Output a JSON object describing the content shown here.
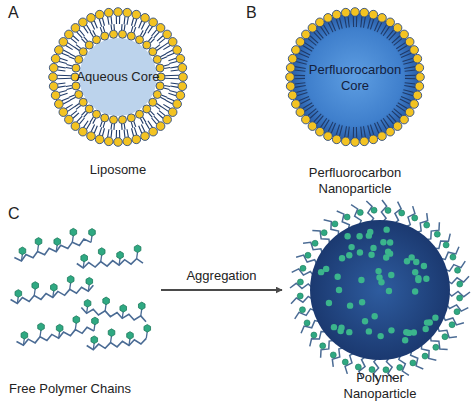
{
  "diagram": {
    "nodes": [
      {
        "text": [
          "Aqueous Core",
          "Liposome"
        ]
      },
      {
        "text": [
          "Perfluorocarbon Core",
          "Perfluorocarbon Nanoparticle"
        ]
      },
      {
        "text": [
          "Free Polymer Chains"
        ]
      },
      {
        "text": [
          "Polymer Nanoparticle"
        ]
      }
    ],
    "edges": [
      {
        "from": 2,
        "to": 3,
        "arrow": "to",
        "label": "Aggregation"
      }
    ],
    "labels": [
      "A",
      "B",
      "C"
    ]
  }
}
